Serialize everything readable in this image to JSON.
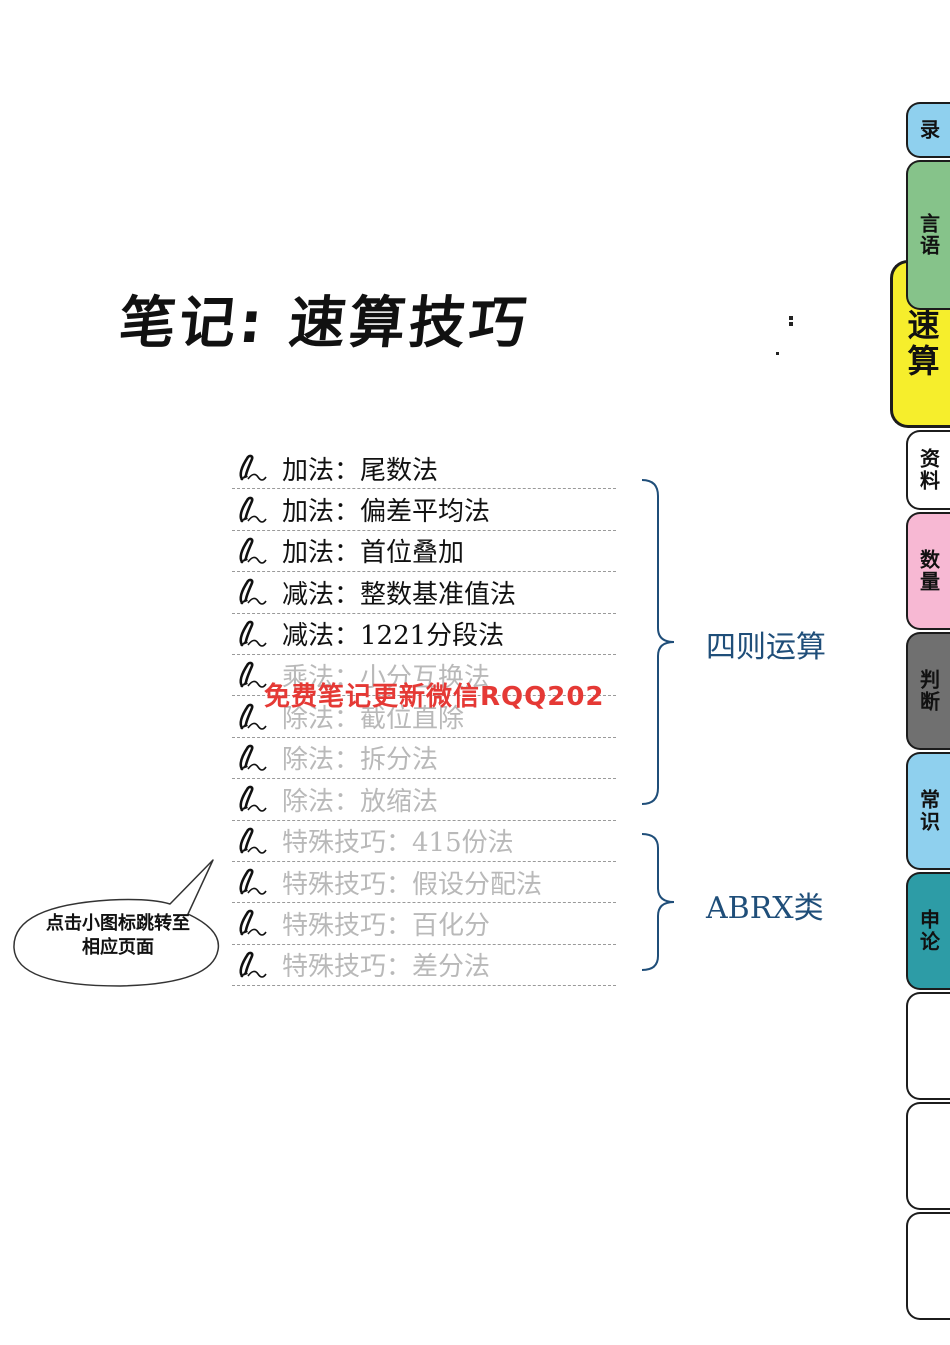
{
  "title": "笔记: 速算技巧",
  "items": [
    {
      "label": "加法：尾数法",
      "faded": false
    },
    {
      "label": "加法：偏差平均法",
      "faded": false
    },
    {
      "label": "加法：首位叠加",
      "faded": false
    },
    {
      "label": "减法：整数基准值法",
      "faded": false
    },
    {
      "label": "减法：1221分段法",
      "faded": false
    },
    {
      "label": "乘法：小分互换法",
      "faded": true
    },
    {
      "label": "除法：截位直除",
      "faded": true
    },
    {
      "label": "除法：拆分法",
      "faded": true
    },
    {
      "label": "除法：放缩法",
      "faded": true
    },
    {
      "label": "特殊技巧：415份法",
      "faded": true
    },
    {
      "label": "特殊技巧：假设分配法",
      "faded": true
    },
    {
      "label": "特殊技巧：百化分",
      "faded": true
    },
    {
      "label": "特殊技巧：差分法",
      "faded": true
    }
  ],
  "groups": {
    "arithmetic": "四则运算",
    "abrx": "ABRX类"
  },
  "watermark": "免费笔记更新微信RQQ202",
  "callout": "点击小图标跳转至相应页面",
  "tabs": [
    {
      "label": "录",
      "color": "#8fd0ee"
    },
    {
      "label": "言语",
      "color": "#86c38a"
    },
    {
      "label": "速算",
      "color": "#f6ee2c",
      "active": true
    },
    {
      "label": "资料",
      "color": "#ffffff"
    },
    {
      "label": "数量",
      "color": "#f7b8d3"
    },
    {
      "label": "判断",
      "color": "#707070"
    },
    {
      "label": "常识",
      "color": "#8fd0ee"
    },
    {
      "label": "申论",
      "color": "#2d9ca6"
    }
  ],
  "colors": {
    "group_label": "#1f4e79",
    "watermark": "#e53935",
    "faded_text": "#b9b9b9"
  }
}
